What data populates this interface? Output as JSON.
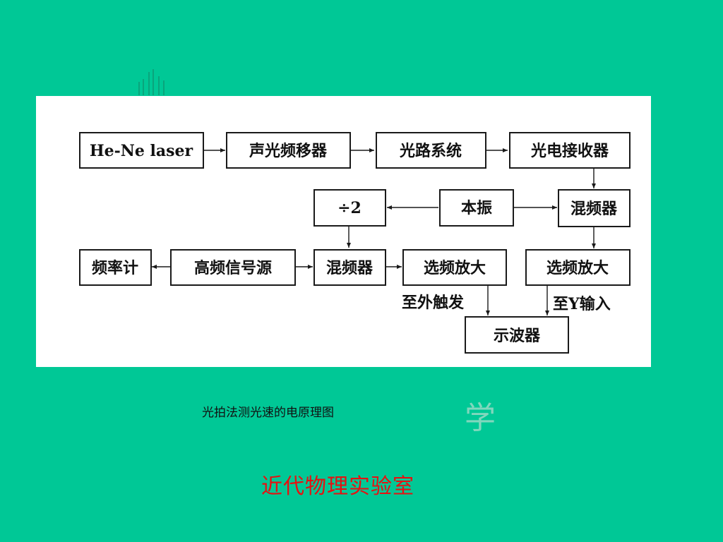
{
  "diagram": {
    "nodes": {
      "laser": "He-Ne laser",
      "aom": "声光频移器",
      "optical_path": "光路系统",
      "photo_receiver": "光电接收器",
      "divide2": "÷2",
      "local_osc": "本振",
      "mixer_right": "混频器",
      "freq_counter": "频率计",
      "hf_source": "高频信号源",
      "mixer_mid": "混频器",
      "amp_left": "选频放大",
      "amp_right": "选频放大",
      "oscilloscope": "示波器"
    },
    "edge_labels": {
      "ext_trigger": "至外触发",
      "y_input": "至Y输入"
    }
  },
  "caption": "光拍法测光速的电原理图",
  "watermark": "学",
  "lab_name": "近代物理实验室",
  "colors": {
    "background": "#00c896",
    "lab_name": "#e81010"
  }
}
